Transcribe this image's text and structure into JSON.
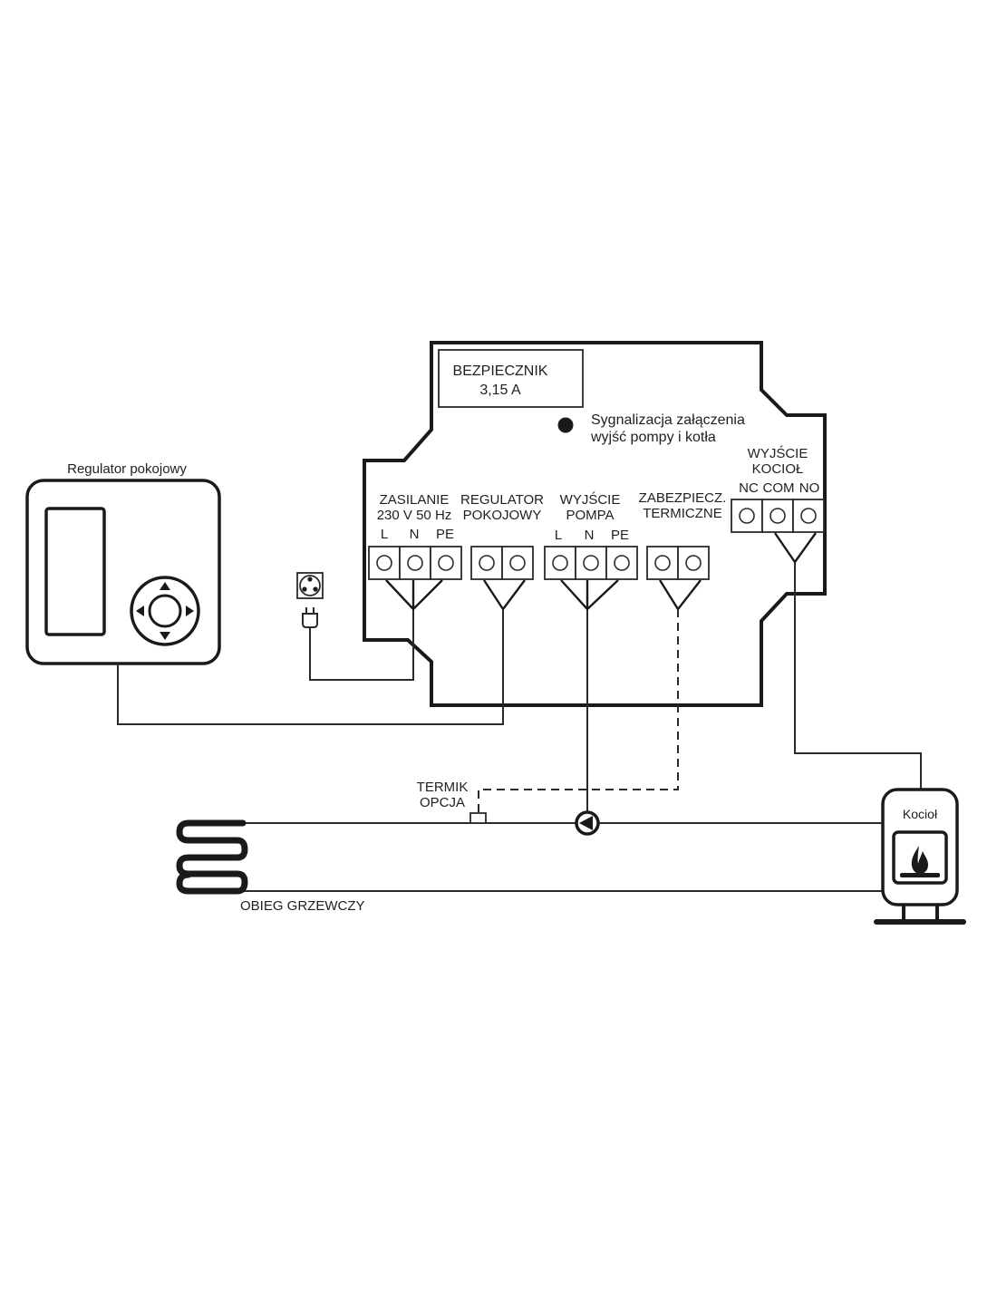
{
  "fuse": {
    "title": "BEZPIECZNIK",
    "rating": "3,15 A"
  },
  "indicator": {
    "line1": "Sygnalizacja załączenia",
    "line2": "wyjść pompy i kotła"
  },
  "terminals": {
    "power": {
      "line1": "ZASILANIE",
      "line2": "230 V 50 Hz",
      "pins": [
        "L",
        "N",
        "PE"
      ]
    },
    "room_regulator": {
      "line1": "REGULATOR",
      "line2": "POKOJOWY"
    },
    "pump_output": {
      "line1": "WYJŚCIE",
      "line2": "POMPA",
      "pins": [
        "L",
        "N",
        "PE"
      ]
    },
    "thermal_protection": {
      "line1": "ZABEZPIECZ.",
      "line2": "TERMICZNE"
    },
    "boiler_output": {
      "line1": "WYJŚCIE",
      "line2": "KOCIOŁ",
      "pins": [
        "NC",
        "COM",
        "NO"
      ]
    }
  },
  "room_thermostat": {
    "label": "Regulator pokojowy"
  },
  "thermostat_sensor": {
    "line1": "TERMIK",
    "line2": "OPCJA"
  },
  "heating_circuit": {
    "label": "OBIEG GRZEWCZY"
  },
  "boiler": {
    "label": "Kocioł"
  },
  "colors": {
    "line": "#1a1a1a",
    "background": "#ffffff"
  }
}
